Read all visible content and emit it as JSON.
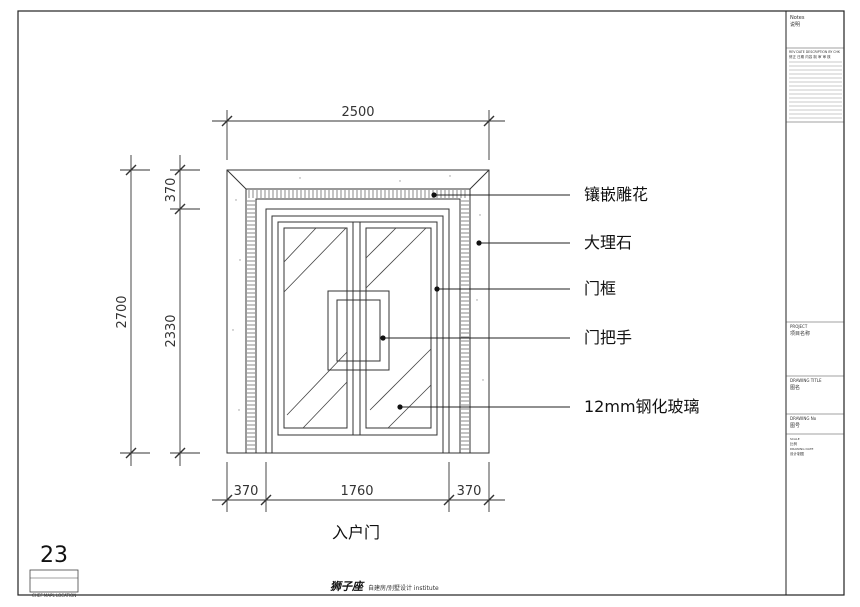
{
  "drawing": {
    "dimensions": {
      "total_width": "2500",
      "left_margin": "370",
      "door_width": "1760",
      "right_margin": "370",
      "total_height": "2700",
      "top_margin": "370",
      "door_height": "2330"
    },
    "callouts": [
      {
        "label": "镶嵌雕花"
      },
      {
        "label": "大理石"
      },
      {
        "label": "门框"
      },
      {
        "label": "门把手"
      },
      {
        "label": "12mm钢化玻璃"
      }
    ],
    "caption": "入户门"
  },
  "footer": {
    "sheet_number": "23",
    "location_box_label": "CHEF MAPL LOCATION",
    "brand_name": "狮子座",
    "brand_subtitle": "自建房/别墅设计 institute"
  },
  "title_block": {
    "notes_en": "Notes",
    "notes_cn": "说明",
    "revision_header_en": "REV  DATE  DESCRIPTION  BY  CHK",
    "revision_header_cn": "修正  日期  内容  制  审  审  核",
    "project_en": "PROJECT",
    "project_cn": "项目名称",
    "drawing_title_en": "DRAWING TITLE",
    "drawing_title_cn": "图名",
    "drawing_no_en": "DRAWING No",
    "drawing_no_cn": "图号",
    "small_1": "SCALE",
    "small_2": "比例",
    "small_3": "DRAWING DATE",
    "small_4": "设计制图"
  }
}
